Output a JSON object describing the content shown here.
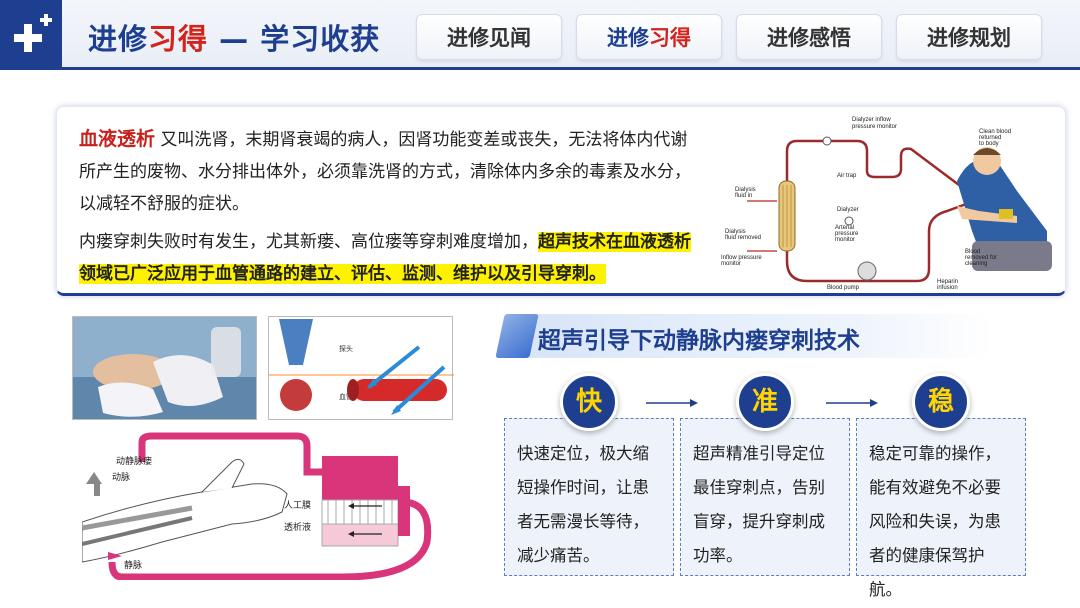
{
  "header": {
    "title_part1": "进修",
    "title_part2": "习得",
    "title_part3": " — 学习收获",
    "tabs": [
      {
        "label": "进修见闻"
      },
      {
        "label_part1": "进修",
        "label_part2": "习得"
      },
      {
        "label": "进修感悟"
      },
      {
        "label": "进修规划"
      }
    ]
  },
  "intro": {
    "term": "血液透析",
    "para1_rest": " 又叫洗肾，末期肾衰竭的病人，因肾功能变差或丧失，无法将体内代谢所产生的废物、水分排出体外，必须靠洗肾的方式，清除体内多余的毒素及水分，以减轻不舒服的症状。",
    "para2_plain": "内瘘穿刺失败时有发生，尤其新瘘、高位瘘等穿刺难度增加，",
    "para2_highlight": "超声技术在血液透析领域已广泛应用于血管通路的建立、评估、监测、维护以及引导穿刺。"
  },
  "dialysis_diagram": {
    "labels": {
      "dialyzer_inflow": "Dialyzer inflow",
      "pressure_monitor": "pressure monitor",
      "clean_blood": "Clean blood",
      "returned": "returned",
      "to_body": "to body",
      "air_trap": "Air trap",
      "dialysis_fluid_in_1": "Dialysis",
      "dialysis_fluid_in_2": "fluid in",
      "dialyzer": "Dialyzer",
      "arterial_1": "Arterial",
      "arterial_2": "pressure",
      "arterial_3": "monitor",
      "dialysis_fluid_removed_1": "Dialysis",
      "dialysis_fluid_removed_2": "fluid removed",
      "blood_removed_1": "Blood",
      "blood_removed_2": "removed for",
      "blood_removed_3": "cleaning",
      "inflow_pressure_1": "Inflow pressure",
      "inflow_pressure_2": "monitor",
      "blood_pump": "Blood pump",
      "heparin_1": "Heparin",
      "heparin_2": "infusion"
    }
  },
  "ultrasound_diagram": {
    "label_probe": "探头",
    "label_vessel": "血管"
  },
  "flow_diagram": {
    "label_av_fistula": "动静脉瘘",
    "label_artery": "动脉",
    "label_vein": "静脉",
    "label_membrane": "人工膜",
    "label_dialysate": "透析液"
  },
  "section": {
    "title": "超声引导下动静脉内瘘穿刺技术"
  },
  "features": [
    {
      "badge": "快",
      "text": "快速定位，极大缩短操作时间，让患者无需漫长等待，减少痛苦。"
    },
    {
      "badge": "准",
      "text": "超声精准引导定位最佳穿刺点，告别盲穿，提升穿刺成功率。"
    },
    {
      "badge": "稳",
      "text": "稳定可靠的操作，能有效避免不必要风险和失误，为患者的健康保驾护航。"
    }
  ],
  "colors": {
    "brand_blue": "#1e3f8f",
    "accent_red": "#d2231d",
    "badge_text": "#ffd400",
    "highlight": "#fff200"
  }
}
